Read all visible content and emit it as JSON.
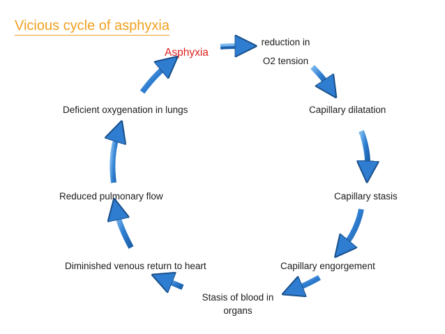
{
  "title": "Vicious cycle of asphyxia",
  "colors": {
    "title": "#f0a020",
    "highlight": "#e02020",
    "arrow_fill": "#2e7dd0",
    "arrow_edge": "#1a4f8a"
  },
  "nodes": {
    "asphyxia": "Asphyxia",
    "reduction_line1": "reduction in",
    "reduction_line2": "O2 tension",
    "capillary_dilatation": "Capillary dilatation",
    "capillary_stasis": "Capillary stasis",
    "capillary_engorgement": "Capillary engorgement",
    "stasis_line1": "Stasis of blood in",
    "stasis_line2": "organs",
    "diminished_venous_return": "Diminished venous return to heart",
    "reduced_pulmonary_flow": "Reduced pulmonary flow",
    "deficient_oxygenation": "Deficient oxygenation in lungs"
  }
}
